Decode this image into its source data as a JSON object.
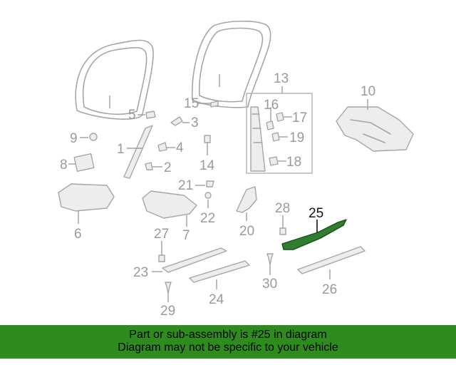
{
  "callouts": {
    "c1": "1",
    "c2": "2",
    "c3": "3",
    "c4": "4",
    "c5": "5",
    "c6": "6",
    "c7": "7",
    "c8": "8",
    "c9": "9",
    "c10": "10",
    "c13": "13",
    "c14": "14",
    "c15": "15",
    "c16": "16",
    "c17": "17",
    "c18": "18",
    "c19": "19",
    "c20": "20",
    "c21": "21",
    "c22": "22",
    "c23": "23",
    "c24": "24",
    "c25": "25",
    "c26": "26",
    "c27": "27",
    "c28": "28",
    "c29": "29",
    "c30": "30"
  },
  "highlight": {
    "part_number": "25",
    "color": "#2e8b1e"
  },
  "notice": {
    "line1": "Part or sub-assembly is #25 in diagram",
    "line2": "Diagram may not be specific to your vehicle"
  }
}
